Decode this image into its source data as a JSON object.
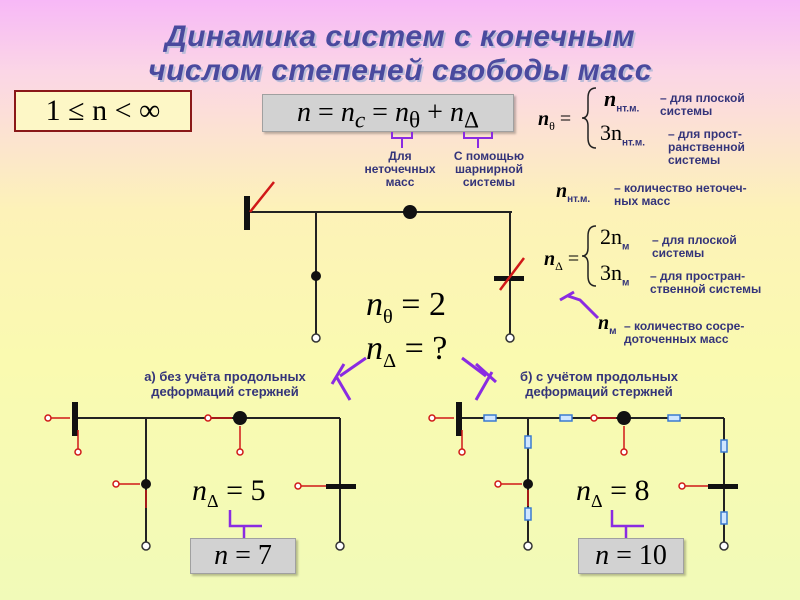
{
  "title_line1": "Динамика систем с конечным",
  "title_line2": "числом степеней свободы масс",
  "condition": "1 ≤ n < ∞",
  "formula": {
    "n": "n",
    "nc": "n",
    "c": "c",
    "nth": "n",
    "th": "θ",
    "nd": "n",
    "d": "Δ"
  },
  "note_point": "Для неточечных масс",
  "note_hinge": "С помощью шарнирной системы",
  "ntheta_def": {
    "lhs": "n",
    "lhs_sub": "θ",
    "line1_expr": "n",
    "line1_sub": "нт.м.",
    "line1_text": "– для плоской системы",
    "line2_coef": "3n",
    "line2_sub": "нт.м.",
    "line2_text": "– для прост- ранственной системы",
    "def_sym": "n",
    "def_sub": "нт.м.",
    "def_text": "– количество неточеч- ных масс"
  },
  "ndelta_def": {
    "lhs": "n",
    "lhs_sub": "Δ",
    "line1_coef": "2n",
    "line1_sub": "м",
    "line1_text": "– для плоской системы",
    "line2_coef": "3n",
    "line2_sub": "м",
    "line2_text": "– для простран- ственной системы",
    "def_sym": "n",
    "def_sub": "м",
    "def_text": "– количество сосре- доточенных масс"
  },
  "center": {
    "ntheta": "n",
    "ntheta_sub": "θ",
    "ntheta_val": "= 2",
    "ndelta": "n",
    "ndelta_sub": "Δ",
    "ndelta_val": "= ?"
  },
  "case_a": {
    "label": "а) без учёта продольных деформаций стержней",
    "nd": "n",
    "nd_sub": "Δ",
    "nd_val": "= 5",
    "n": "n",
    "n_val": "= 7"
  },
  "case_b": {
    "label": "б) с учётом продольных деформаций стержней",
    "nd": "n",
    "nd_sub": "Δ",
    "nd_val": "= 8",
    "n": "n",
    "n_val": "= 10"
  },
  "colors": {
    "title": "#4a4a9e",
    "label": "#34347a",
    "pointer": "#8a2be2",
    "red": "#d01818",
    "border": "#8a1818",
    "box": "#d2d2d2"
  }
}
